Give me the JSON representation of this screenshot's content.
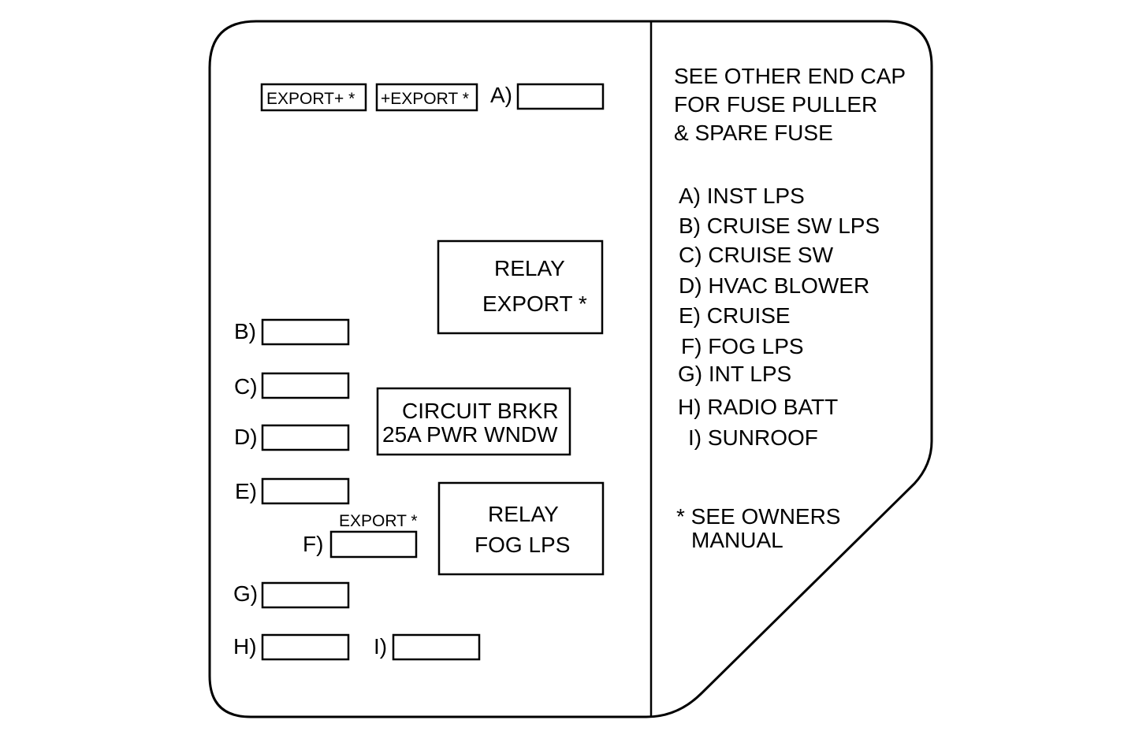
{
  "fuse_block": {
    "top_boxes": [
      {
        "label": "EXPORT+ *"
      },
      {
        "label": "+EXPORT *"
      }
    ],
    "slots": {
      "A": "A)",
      "B": "B)",
      "C": "C)",
      "D": "D)",
      "E": "E)",
      "F": "F)",
      "G": "G)",
      "H": "H)",
      "I": "I)"
    },
    "f_export_label": "EXPORT *",
    "relay_export": {
      "line1": "RELAY",
      "line2": "EXPORT *"
    },
    "circuit_breaker": {
      "line1": "CIRCUIT BRKR",
      "line2": "25A PWR WNDW"
    },
    "relay_fog": {
      "line1": "RELAY",
      "line2": "FOG LPS"
    }
  },
  "legend": {
    "intro": [
      "SEE OTHER END CAP",
      "FOR FUSE PULLER",
      "& SPARE FUSE"
    ],
    "items": [
      "A) INST LPS",
      "B) CRUISE SW LPS",
      "C) CRUISE SW",
      "D) HVAC BLOWER",
      "E) CRUISE",
      "F) FOG LPS",
      "G) INT LPS",
      "H) RADIO BATT",
      "I) SUNROOF"
    ],
    "note": [
      "* SEE OWNERS",
      "MANUAL"
    ]
  }
}
